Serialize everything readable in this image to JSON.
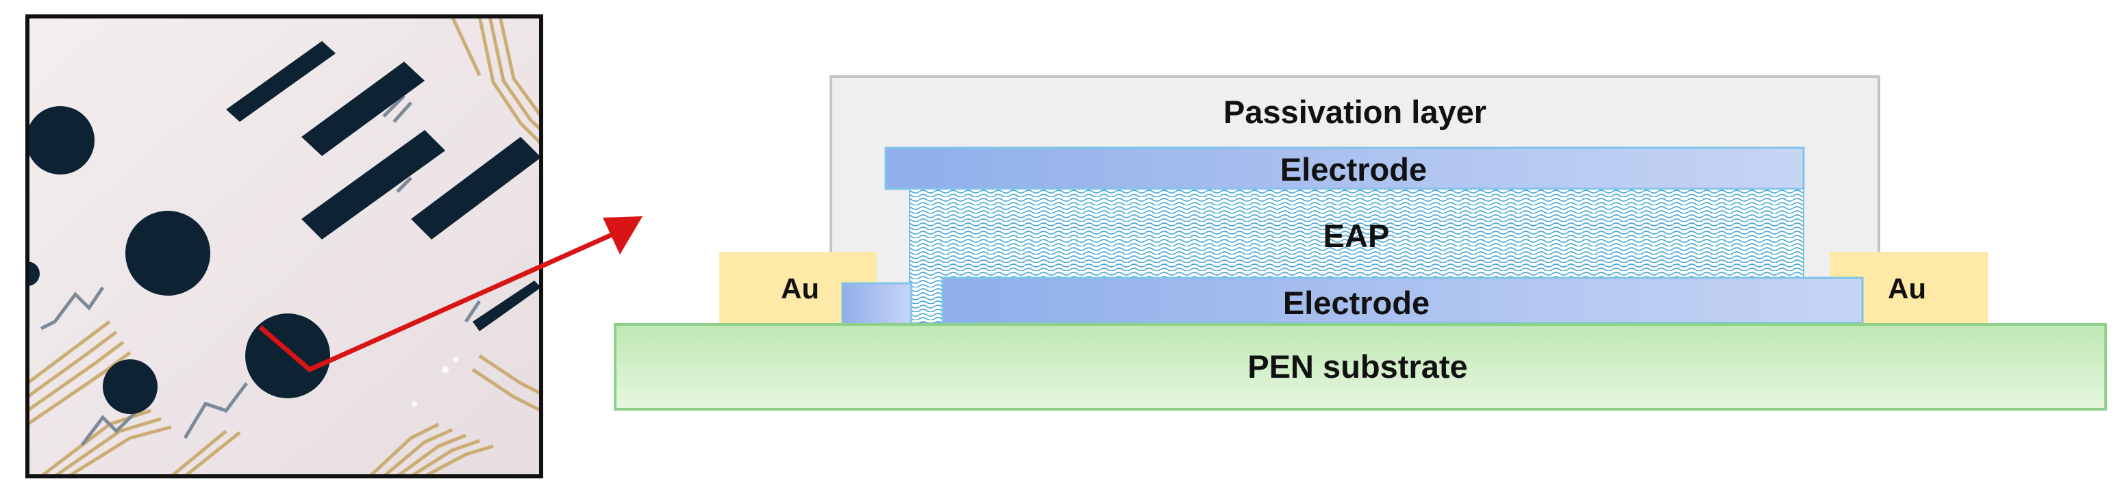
{
  "photo": {
    "description_icon": "printed-sensor-array-photo"
  },
  "layers": {
    "passivation": "Passivation layer",
    "top_electrode": "Electrode",
    "eap": "EAP",
    "bottom_electrode": "Electrode",
    "substrate": "PEN substrate",
    "au_left": "Au",
    "au_right": "Au"
  },
  "colors": {
    "substrate_fill": "#cdeebf",
    "substrate_stroke": "#8ed08a",
    "au_fill": "#ffe9a6",
    "electrode_fill": "#9fb8ee",
    "electrode_stroke": "#7fc3e8",
    "eap_pattern": "#4aa8d8",
    "passivation_fill": "#efefef",
    "passivation_stroke": "#c4c4c4",
    "arrow": "#d81414",
    "photo_frame": "#111111"
  }
}
